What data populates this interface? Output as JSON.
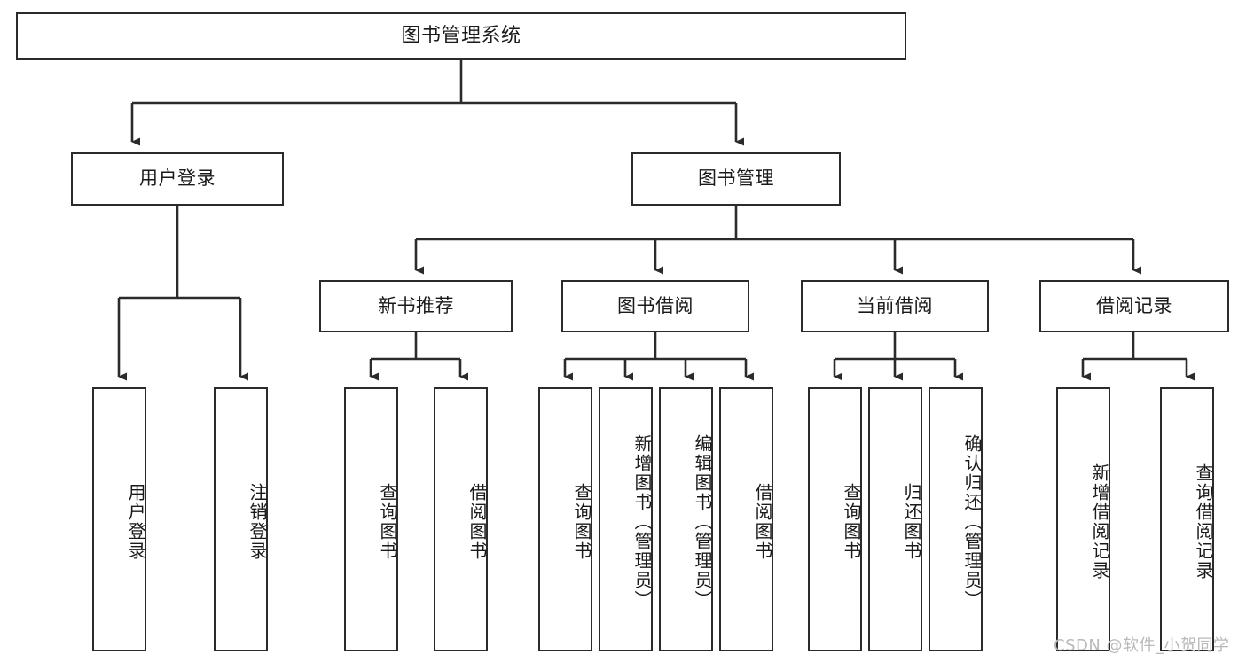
{
  "diagram": {
    "title": "图书管理系统",
    "type": "tree-hierarchy",
    "watermark": "CSDN @软件_小贺同学",
    "colors": {
      "stroke": "#2b2b2b",
      "fill": "#ffffff",
      "text": "#1a1a1a",
      "watermark": "#b9b9b9"
    },
    "root": {
      "label": "图书管理系统"
    },
    "level1": [
      {
        "label": "用户登录"
      },
      {
        "label": "图书管理"
      }
    ],
    "level2": [
      {
        "label": "新书推荐"
      },
      {
        "label": "图书借阅"
      },
      {
        "label": "当前借阅"
      },
      {
        "label": "借阅记录"
      }
    ],
    "leaves": {
      "user_login": [
        {
          "label": "用户登录"
        },
        {
          "label": "注销登录"
        }
      ],
      "new_book_recommend": [
        {
          "label": "查询图书"
        },
        {
          "label": "借阅图书"
        }
      ],
      "book_borrow": [
        {
          "label": "查询图书"
        },
        {
          "label": "新增图书（管理员）"
        },
        {
          "label": "编辑图书（管理员）"
        },
        {
          "label": "借阅图书"
        }
      ],
      "current_borrow": [
        {
          "label": "查询图书"
        },
        {
          "label": "归还图书"
        },
        {
          "label": "确认归还（管理员）"
        }
      ],
      "borrow_record": [
        {
          "label": "新增借阅记录"
        },
        {
          "label": "查询借阅记录"
        }
      ]
    }
  }
}
